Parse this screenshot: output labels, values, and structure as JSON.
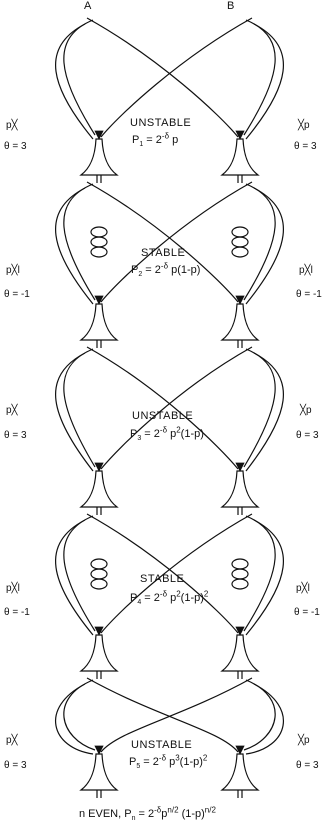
{
  "strand_labels": {
    "left": "A",
    "right": "B"
  },
  "levels": [
    {
      "stability": "UNSTABLE",
      "eq_lhs": "P",
      "eq_sub": "1",
      "eq_mid": " = 2",
      "eq_sup": "-δ",
      "eq_rest": " p",
      "eq_sup2": "",
      "eq_rest2": "",
      "eq_sup3": "",
      "eq_rest3": "",
      "left_theta": "θ = 3",
      "right_theta": "θ = 3"
    },
    {
      "stability": "STABLE",
      "eq_lhs": "P",
      "eq_sub": "2",
      "eq_mid": " = 2",
      "eq_sup": "-δ",
      "eq_rest": " p(1-p)",
      "eq_sup2": "",
      "eq_rest2": "",
      "eq_sup3": "",
      "eq_rest3": "",
      "left_theta": "θ = -1",
      "right_theta": "θ = -1"
    },
    {
      "stability": "UNSTABLE",
      "eq_lhs": "P",
      "eq_sub": "3",
      "eq_mid": " = 2",
      "eq_sup": "-δ",
      "eq_rest": " p",
      "eq_sup2": "2",
      "eq_rest2": "(1-p)",
      "eq_sup3": "",
      "eq_rest3": "",
      "left_theta": "θ = 3",
      "right_theta": "θ = 3"
    },
    {
      "stability": "STABLE",
      "eq_lhs": "P",
      "eq_sub": "4",
      "eq_mid": " = 2",
      "eq_sup": "-δ",
      "eq_rest": " p",
      "eq_sup2": "2",
      "eq_rest2": "(1-p)",
      "eq_sup3": "2",
      "eq_rest3": "",
      "left_theta": "θ = -1",
      "right_theta": "θ = -1"
    },
    {
      "stability": "UNSTABLE",
      "eq_lhs": "P",
      "eq_sub": "5",
      "eq_mid": " = 2",
      "eq_sup": "-δ",
      "eq_rest": " p",
      "eq_sup2": "3",
      "eq_rest2": "(1-p)",
      "eq_sup3": "2",
      "eq_rest3": "",
      "left_theta": "θ = 3",
      "right_theta": "θ = 3"
    }
  ],
  "footer": {
    "prefix": "n EVEN, P",
    "sub": "n",
    "mid": " = 2",
    "sup1": "-δ",
    "p": "p",
    "sup2": "n/2",
    "rest": " (1-p)",
    "sup3": "n/2"
  },
  "side_glyphs": {
    "unstable_left": "p╳",
    "unstable_right": "╳p",
    "stable_left": "p╳l",
    "stable_right": "p╳l"
  },
  "colors": {
    "ink": "#111111",
    "background": "#ffffff"
  }
}
